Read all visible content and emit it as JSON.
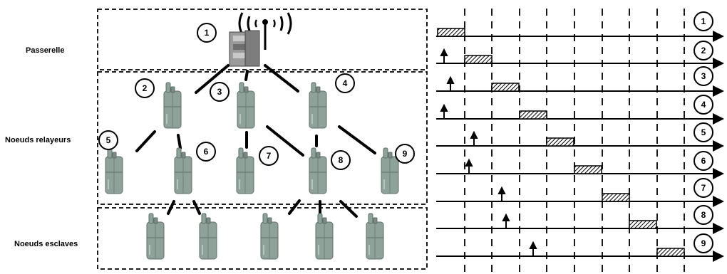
{
  "zones": [
    {
      "label": "Passerelle"
    },
    {
      "label": "Noeuds relayeurs"
    },
    {
      "label": "Noeuds esclaves"
    }
  ],
  "nodes": [
    {
      "id": "1"
    },
    {
      "id": "2"
    },
    {
      "id": "3"
    },
    {
      "id": "4"
    },
    {
      "id": "5"
    },
    {
      "id": "6"
    },
    {
      "id": "7"
    },
    {
      "id": "8"
    },
    {
      "id": "9"
    }
  ],
  "timeline": {
    "rows": [
      "1",
      "2",
      "3",
      "4",
      "5",
      "6",
      "7",
      "8",
      "9"
    ]
  }
}
